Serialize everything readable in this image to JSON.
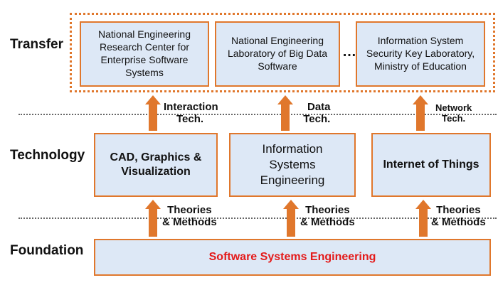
{
  "layers": {
    "transfer": "Transfer",
    "technology": "Technology",
    "foundation": "Foundation"
  },
  "transfer_boxes": [
    "National Engineering Research Center for Enterprise Software Systems",
    "National Engineering Laboratory of Big Data Software",
    "Information System Security Key Laboratory, Ministry of Education"
  ],
  "transfer_ellipsis": "…",
  "technology_boxes": [
    "CAD, Graphics & Visualization",
    "Information Systems Engineering",
    "Internet of Things"
  ],
  "foundation_box": "Software Systems Engineering",
  "upper_edges": [
    {
      "line1": "Interaction",
      "line2": "Tech."
    },
    {
      "line1": "Data",
      "line2": "Tech."
    },
    {
      "line1": "Network",
      "line2": "Tech."
    }
  ],
  "lower_edges": [
    {
      "line1": "Theories",
      "line2": "& Methods"
    },
    {
      "line1": "Theories",
      "line2": "& Methods"
    },
    {
      "line1": "Theories",
      "line2": "& Methods"
    }
  ],
  "colors": {
    "box_fill": "#dde8f6",
    "box_border": "#e0772c",
    "arrow": "#e0772c",
    "foundation_text": "#e41a1a"
  }
}
